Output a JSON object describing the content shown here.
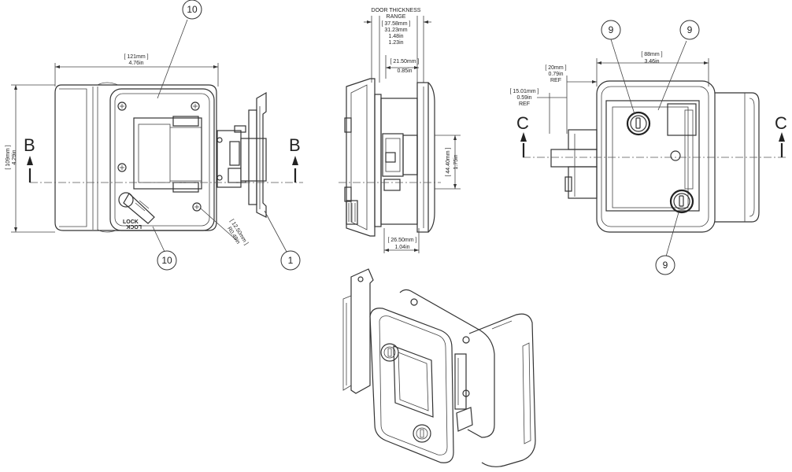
{
  "balloons": {
    "b10_top": "10",
    "b10_bottom": "10",
    "b1": "1",
    "b9_left": "9",
    "b9_right": "9",
    "b9_bottom": "9"
  },
  "section_labels": {
    "b_left": "B",
    "b_right": "B",
    "c_left": "C",
    "c_right": "C"
  },
  "front_view": {
    "width_mm": "[ 121mm ]",
    "width_in": "4.76in",
    "height_mm": "[ 109mm ]",
    "height_in": "4.29in",
    "radius_mm": "[ 12.50mm ]",
    "radius_in": "R0.49in",
    "lock_label": "LOCK",
    "lock_label_flipped": "LOCK"
  },
  "side_view": {
    "title_line1": "DOOR THICKNESS",
    "title_line2": "RANGE",
    "range_mm_1": "[ 37.58mm ]",
    "range_mm_2": "31.23mm",
    "range_in_1": "1.48in",
    "range_in_2": "1.23in",
    "depth_mm": "[ 21.50mm ]",
    "depth_in": "0.85in",
    "height_mm": "[ 44.40mm ]",
    "height_in": "1.75in",
    "bottom_mm": "[ 26.50mm ]",
    "bottom_in": "1.04in"
  },
  "rear_view": {
    "width_mm": "[ 88mm ]",
    "width_in": "3.46in",
    "offset_mm": "[ 20mm ]",
    "offset_in": "0.79in",
    "offset_ref": "REF",
    "offset2_mm": "[ 15.01mm ]",
    "offset2_in": "0.59in",
    "offset2_ref": "REF"
  }
}
